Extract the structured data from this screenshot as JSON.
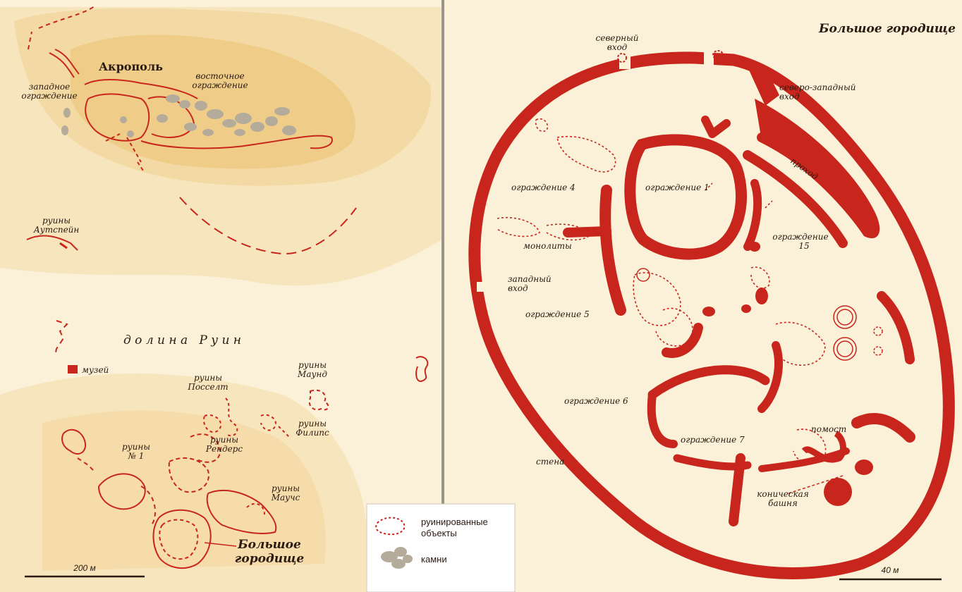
{
  "left_map": {
    "acropolis": "Акрополь",
    "west_enclosure": [
      "западное",
      "ограждение"
    ],
    "east_enclosure": [
      "восточное",
      "ограждение"
    ],
    "aitspeyn": [
      "руины",
      "Аутспейн"
    ],
    "valley": "д о л и н а   Р у и н",
    "museum": "музей",
    "posselt": [
      "руины",
      "Посселт"
    ],
    "maund": [
      "руины",
      "Маунд"
    ],
    "philips": [
      "руины",
      "Филипс"
    ],
    "no1": [
      "руины",
      "№ 1"
    ],
    "renders": [
      "руины",
      "Рендерс"
    ],
    "mauch": [
      "руины",
      "Маучс"
    ],
    "great": [
      "Большое",
      "городище"
    ],
    "scale": "200 м"
  },
  "legend": {
    "ruined": [
      "руинированные",
      "объекты"
    ],
    "stones": "камни"
  },
  "right_map": {
    "title": "Большое городище",
    "north_entrance": [
      "северный",
      "вход"
    ],
    "northwest_entrance": [
      "северо-западный",
      "вход"
    ],
    "passage": "проход",
    "enc4": "ограждение 4",
    "enc1": "ограждение 1",
    "enc15": [
      "ограждение",
      "15"
    ],
    "monoliths": "монолиты",
    "west_entrance": [
      "западный",
      "вход"
    ],
    "enc5": "ограждение 5",
    "enc6": "ограждение 6",
    "enc7": "ограждение 7",
    "platform": "помост",
    "wall": "стена",
    "tower": [
      "коническая",
      "башня"
    ],
    "scale": "40 м"
  },
  "colors": {
    "wall_red": "#c8261c",
    "paper": "#fbf1d9",
    "sand": "#f2d79f",
    "stones": "#b4ab9a"
  }
}
